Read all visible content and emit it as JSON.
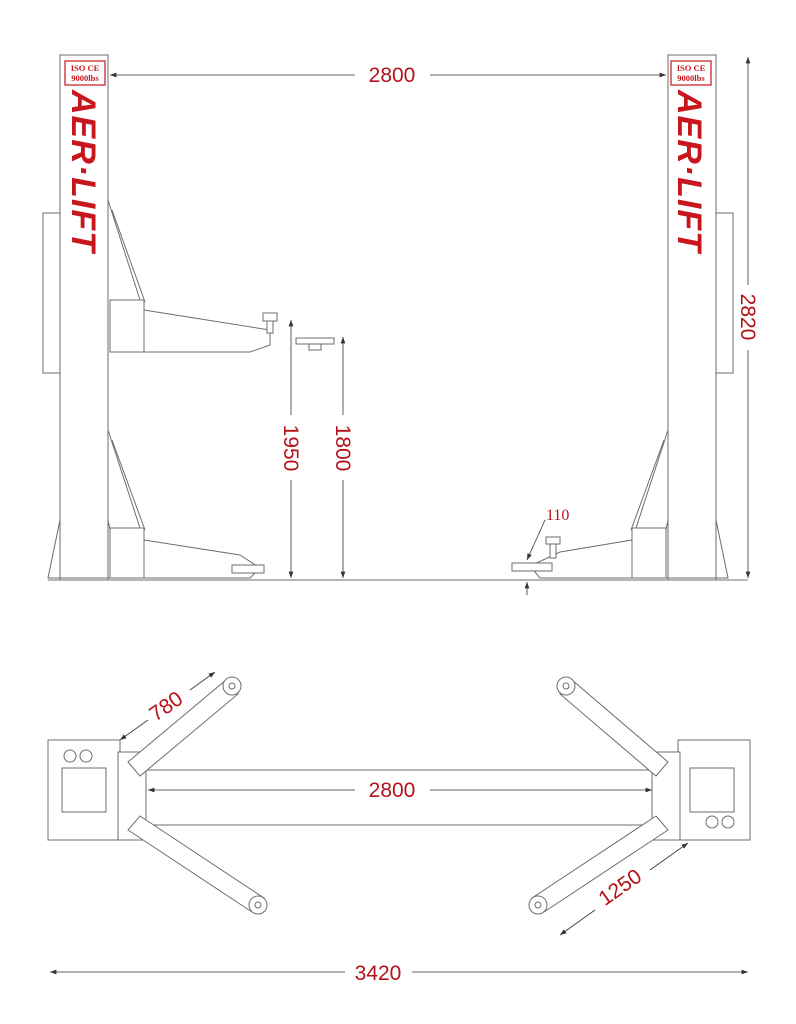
{
  "front_view": {
    "column_badge_line1": "ISO CE",
    "column_badge_line2": "9000lbs",
    "brand_logo": "AER·LIFT",
    "dim_width_between_columns": "2800",
    "dim_total_height": "2820",
    "dim_max_lift_height_pad": "1950",
    "dim_max_lift_height": "1800",
    "dim_min_pad_height": "110"
  },
  "top_view": {
    "dim_short_arm": "780",
    "dim_between_columns": "2800",
    "dim_long_arm": "1250",
    "dim_overall_width": "3420"
  },
  "colors": {
    "dimension_text": "#b3121a",
    "logo": "#c8161d",
    "line": "#6e6e6e"
  }
}
